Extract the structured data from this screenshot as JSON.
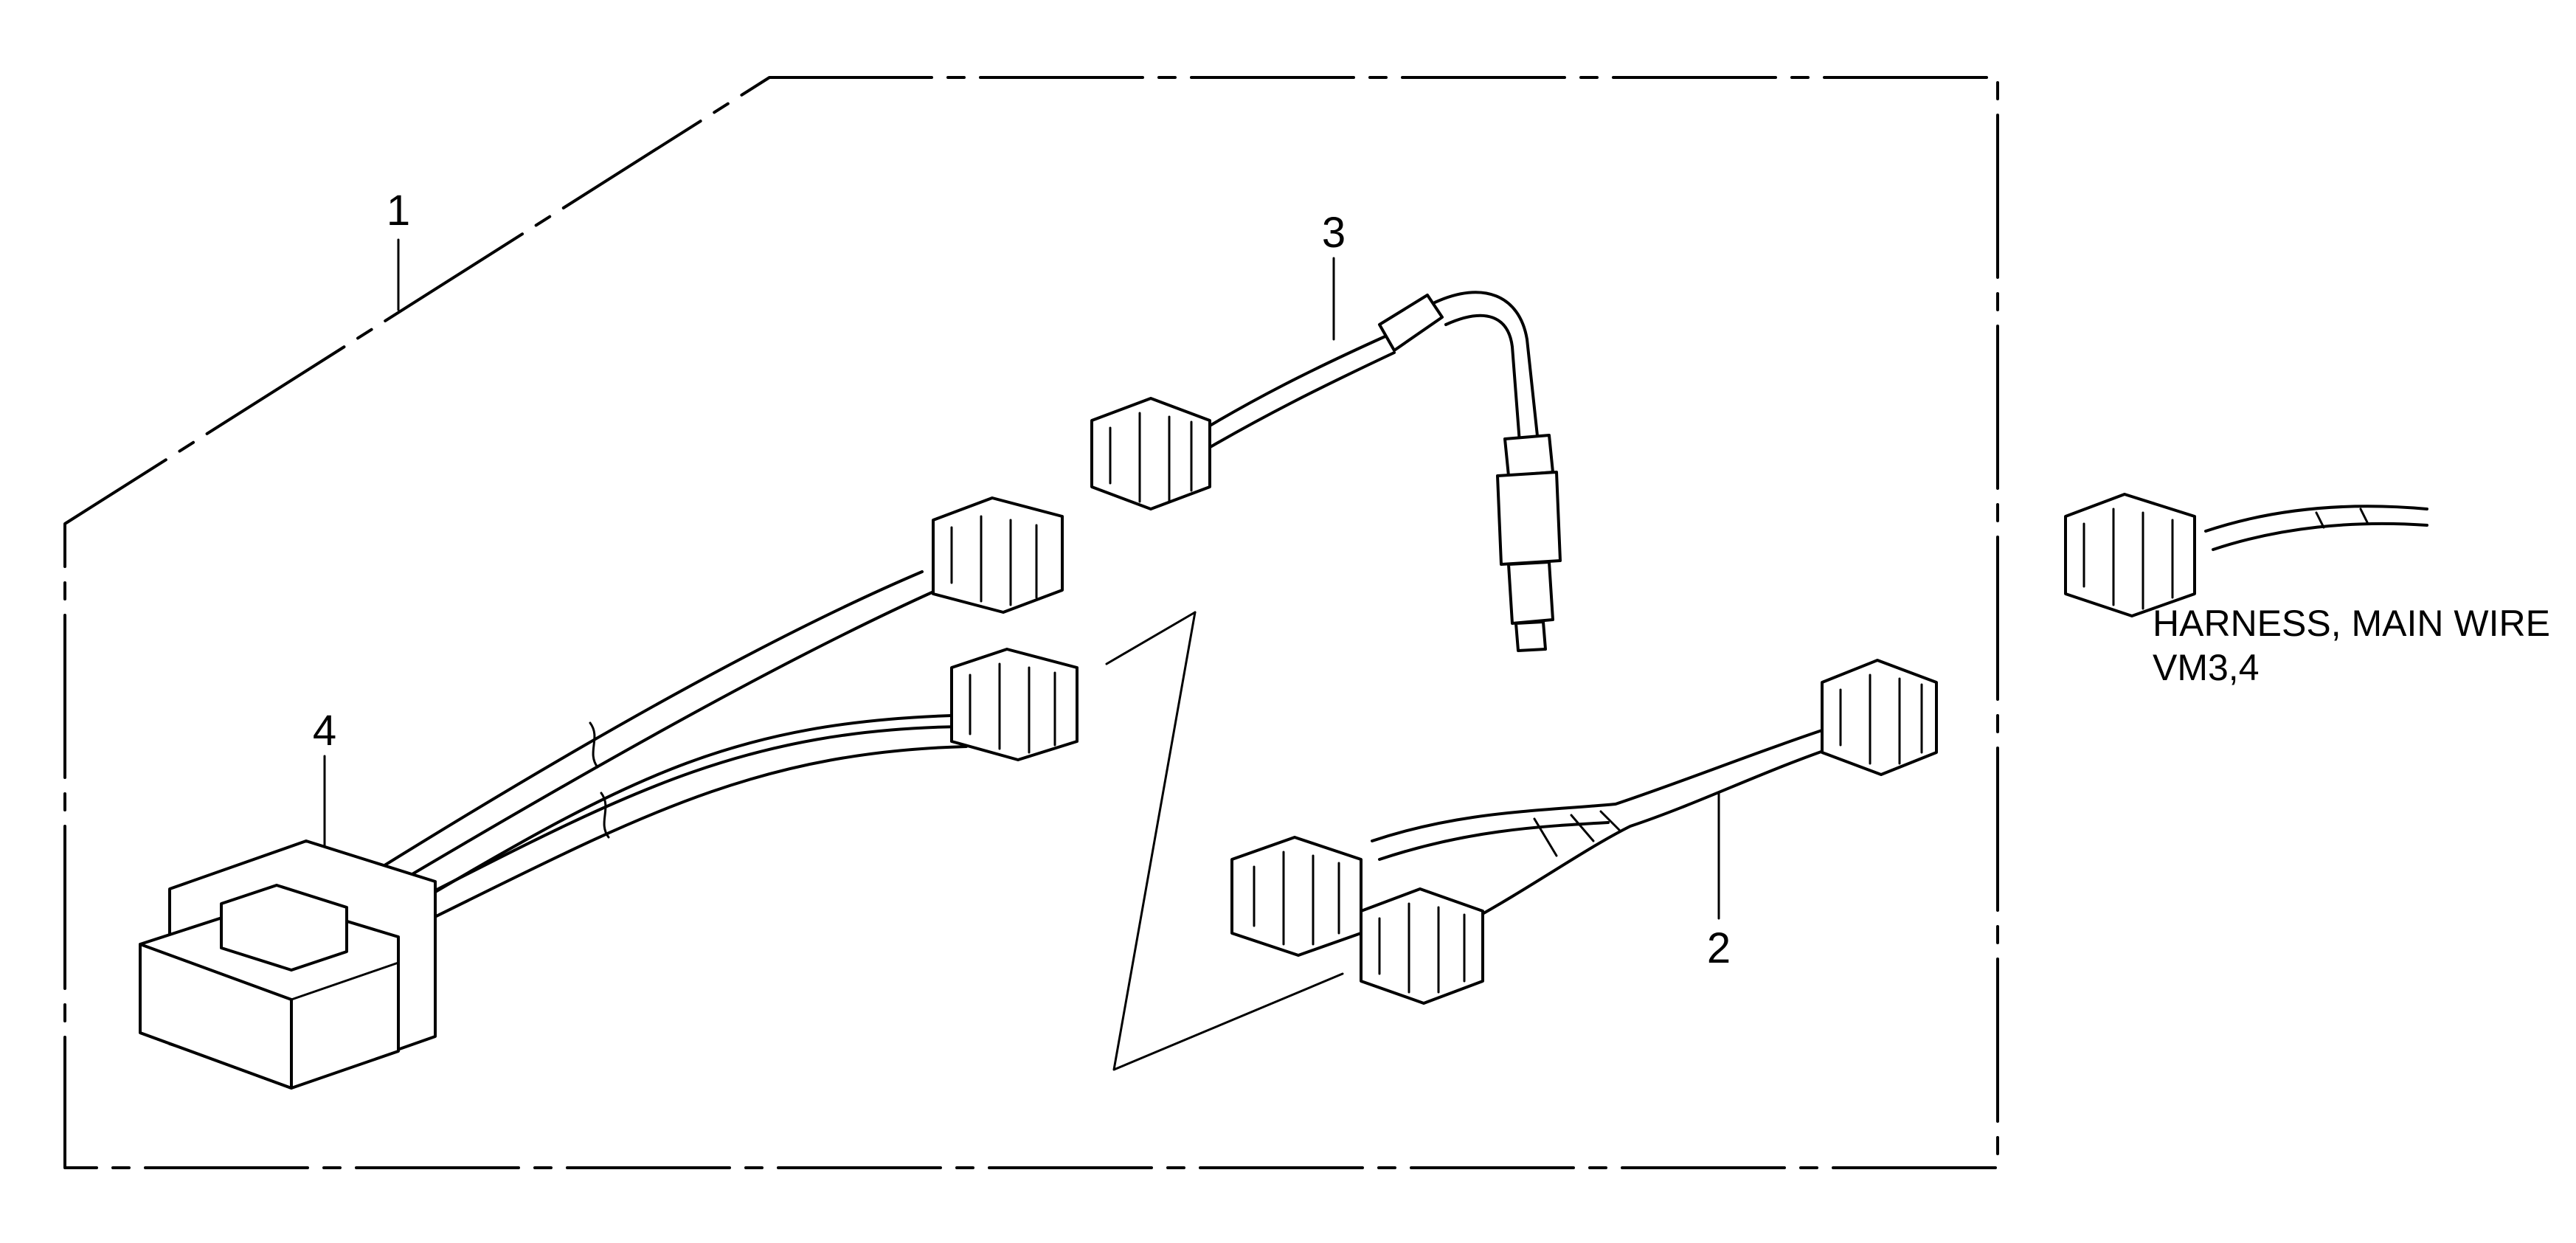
{
  "callouts": {
    "c1": "1",
    "c2": "2",
    "c3": "3",
    "c4": "4"
  },
  "reference": {
    "line1": "HARNESS, MAIN WIRE",
    "line2": "VM3,4"
  }
}
